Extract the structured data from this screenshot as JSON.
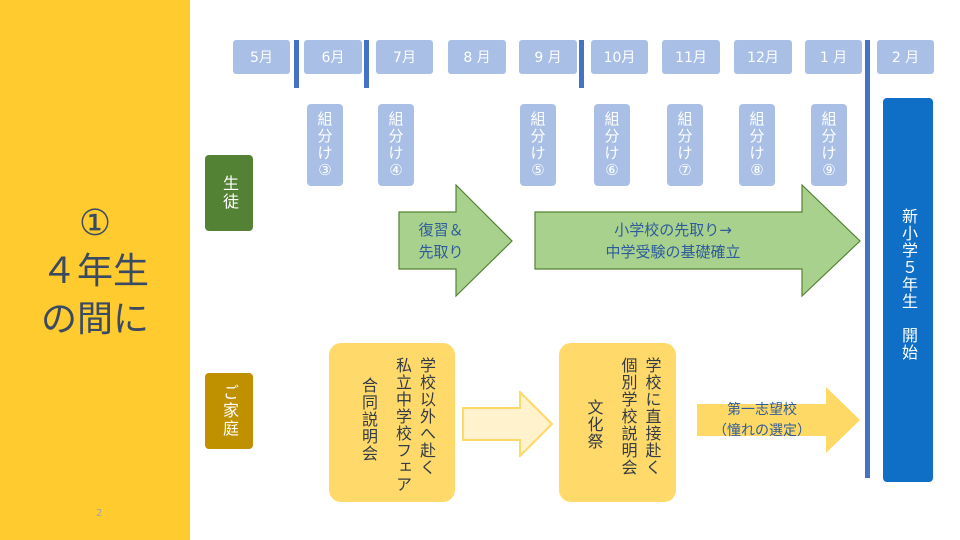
{
  "slide": {
    "title": "①\n４年生\nの間に",
    "page_number": "2"
  },
  "months": [
    "5月",
    "6月",
    "7月",
    "8 月",
    "9 月",
    "10月",
    "11月",
    "12月",
    "1 月",
    "2 月"
  ],
  "grouping": [
    {
      "lines": [
        "組",
        "分",
        "け",
        "③"
      ]
    },
    {
      "lines": [
        "組",
        "分",
        "け",
        "④"
      ]
    },
    {
      "lines": [
        "組",
        "分",
        "け",
        "⑤"
      ]
    },
    {
      "lines": [
        "組",
        "分",
        "け",
        "⑥"
      ]
    },
    {
      "lines": [
        "組",
        "分",
        "け",
        "⑦"
      ]
    },
    {
      "lines": [
        "組",
        "分",
        "け",
        "⑧"
      ]
    },
    {
      "lines": [
        "組",
        "分",
        "け",
        "⑨"
      ]
    }
  ],
  "rows": {
    "student": "生徒",
    "family": "ご家庭"
  },
  "student_arrows": {
    "review": "復習＆\n先取り",
    "foundation": "小学校の先取り→\n中学受験の基礎確立"
  },
  "family_boxes": {
    "outside": [
      "学校以外へ赴く",
      "私立中学校フェア",
      "合同説明会"
    ],
    "visit": [
      "学校に直接赴く",
      "個別学校説明会",
      "文化祭"
    ]
  },
  "family_arrow": {
    "choice": "第一志望校\n（憧れの選定）"
  },
  "new_grade": {
    "label": "新小学５年生　開始"
  },
  "colors": {
    "sidebar": "#FFCB2E",
    "month_box": "#A9BFE6",
    "divider": "#4472C4",
    "student_label": "#548235",
    "family_label": "#BF9000",
    "green_arrow": "#A9D18E",
    "yellow_box": "#FFDA6B",
    "new_grade_box": "#0F6FC6"
  }
}
